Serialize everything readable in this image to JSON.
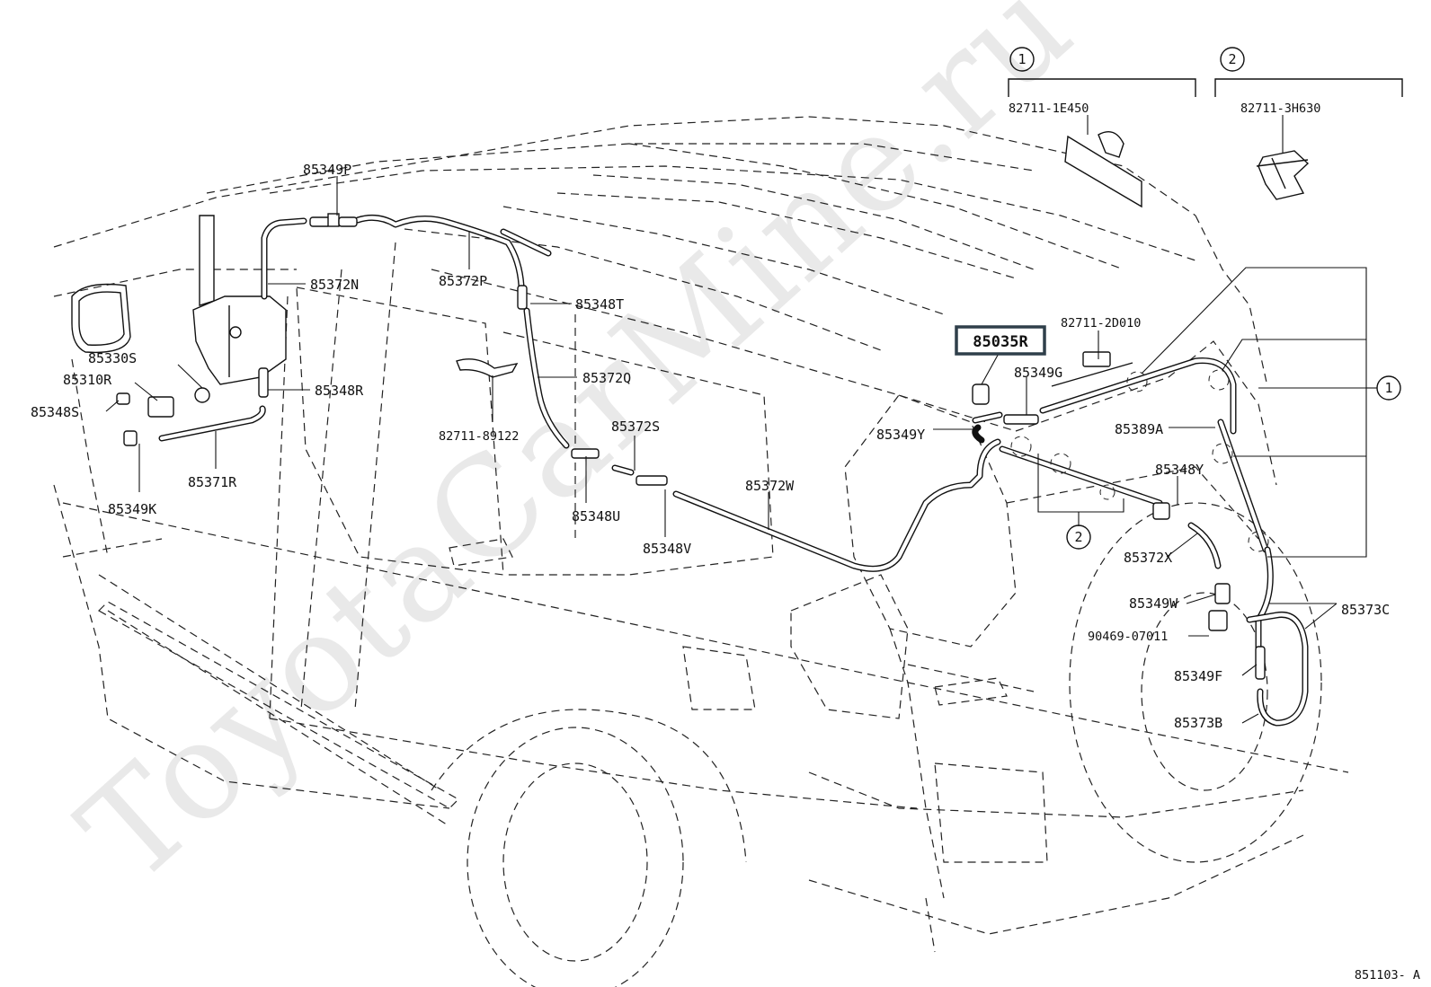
{
  "watermark": "ToyotaCarMine.ru",
  "diagram_code": "851103- A",
  "callouts": {
    "c1": "1",
    "c2": "2"
  },
  "legend": {
    "item1_number": "1",
    "item1_part": "82711-1E450",
    "item2_number": "2",
    "item2_part": "82711-3H630"
  },
  "highlighted_part": "85035R",
  "parts": {
    "p85349P": "85349P",
    "p85372N": "85372N",
    "p85372P": "85372P",
    "p85348T": "85348T",
    "p85330S": "85330S",
    "p85310R": "85310R",
    "p85348S": "85348S",
    "p85348R": "85348R",
    "p85349K": "85349K",
    "p85371R": "85371R",
    "p85372Q": "85372Q",
    "p82711_89122": "82711-89122",
    "p85372S": "85372S",
    "p85348U": "85348U",
    "p85348V": "85348V",
    "p85372W": "85372W",
    "p82711_2D010": "82711-2D010",
    "p85349G": "85349G",
    "p85349Y": "85349Y",
    "p85389A": "85389A",
    "p85348Y": "85348Y",
    "p85372X": "85372X",
    "p85349W": "85349W",
    "p85373C": "85373C",
    "p90469_07011": "90469-07011",
    "p85349F": "85349F",
    "p85373B": "85373B"
  }
}
